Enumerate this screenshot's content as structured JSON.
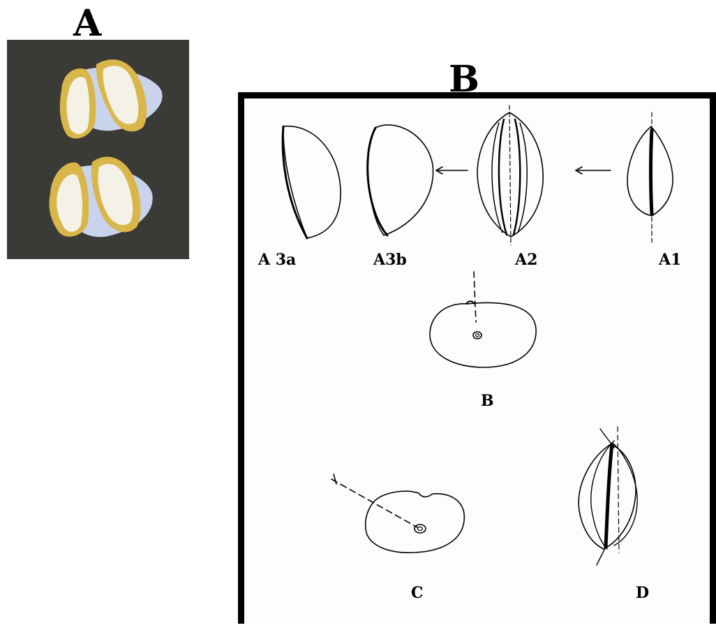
{
  "panel_a": {
    "title": "A"
  },
  "panel_b": {
    "title": "B",
    "labels": {
      "a3a": "A 3a",
      "a3b": "A3b",
      "a2": "A2",
      "a1": "A1",
      "b": "B",
      "c": "C",
      "d": "D"
    }
  },
  "colors": {
    "background": "#ffffff",
    "ink": "#000000",
    "photo_background": "#3a3a36",
    "husk_yellow": "#d9b64a",
    "kernel_white": "#f4f1e6",
    "membrane_blue": "#c9d3ee"
  }
}
